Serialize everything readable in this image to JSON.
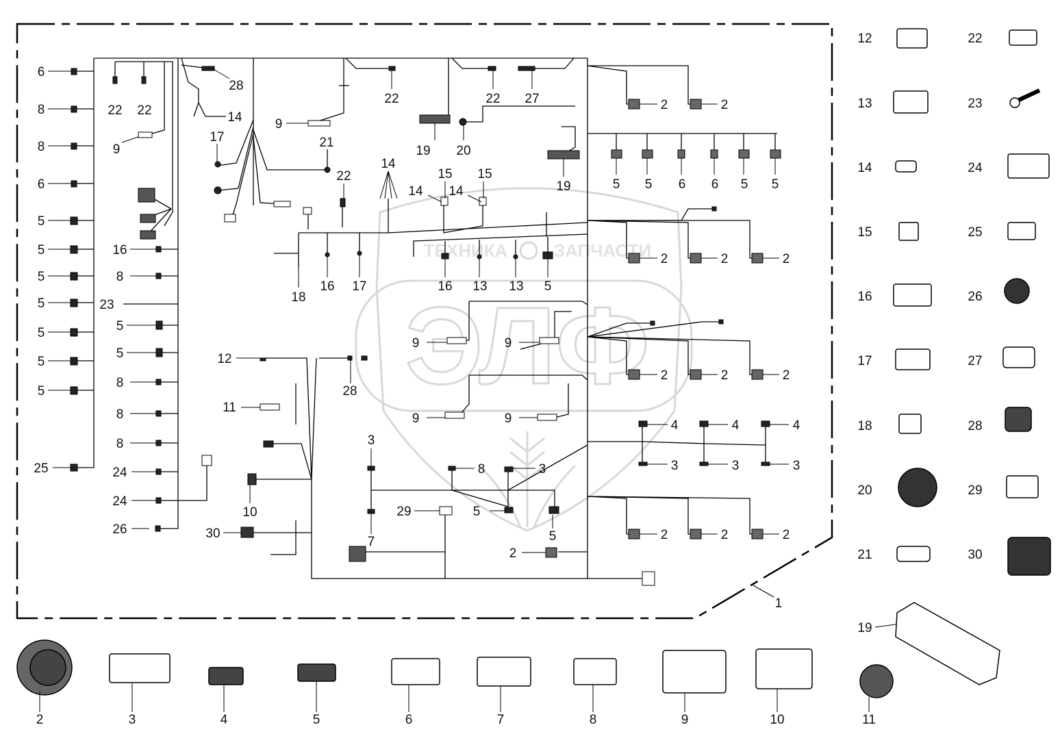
{
  "diagram": {
    "type": "wiring-harness-exploded-view",
    "watermark": {
      "brand_left": "ТЕХНИКА",
      "brand_right": "ЗАПЧАСТИ",
      "emblem_letters": "ЭЛФ"
    },
    "callouts": [
      {
        "id": "c6a",
        "label": "6"
      },
      {
        "id": "c8a",
        "label": "8"
      },
      {
        "id": "c8b",
        "label": "8"
      },
      {
        "id": "c6b",
        "label": "6"
      },
      {
        "id": "c5a",
        "label": "5"
      },
      {
        "id": "c5b",
        "label": "5"
      },
      {
        "id": "c5c",
        "label": "5"
      },
      {
        "id": "c5d",
        "label": "5"
      },
      {
        "id": "c5e",
        "label": "5"
      },
      {
        "id": "c5f",
        "label": "5"
      },
      {
        "id": "c5g",
        "label": "5"
      },
      {
        "id": "c25",
        "label": "25"
      },
      {
        "id": "c22a",
        "label": "22"
      },
      {
        "id": "c22b",
        "label": "22"
      },
      {
        "id": "c9a",
        "label": "9"
      },
      {
        "id": "c16a",
        "label": "16"
      },
      {
        "id": "c8c",
        "label": "8"
      },
      {
        "id": "c23",
        "label": "23"
      },
      {
        "id": "c5h",
        "label": "5"
      },
      {
        "id": "c5i",
        "label": "5"
      },
      {
        "id": "c8d",
        "label": "8"
      },
      {
        "id": "c8e",
        "label": "8"
      },
      {
        "id": "c8f",
        "label": "8"
      },
      {
        "id": "c24a",
        "label": "24"
      },
      {
        "id": "c24b",
        "label": "24"
      },
      {
        "id": "c26",
        "label": "26"
      },
      {
        "id": "c28a",
        "label": "28"
      },
      {
        "id": "c14a",
        "label": "14"
      },
      {
        "id": "c17a",
        "label": "17"
      },
      {
        "id": "c9b",
        "label": "9"
      },
      {
        "id": "c21",
        "label": "21"
      },
      {
        "id": "c22c",
        "label": "22"
      },
      {
        "id": "c18",
        "label": "18"
      },
      {
        "id": "c16b",
        "label": "16"
      },
      {
        "id": "c17b",
        "label": "17"
      },
      {
        "id": "c22d",
        "label": "22"
      },
      {
        "id": "c22e",
        "label": "22"
      },
      {
        "id": "c27",
        "label": "27"
      },
      {
        "id": "c19a",
        "label": "19"
      },
      {
        "id": "c20",
        "label": "20"
      },
      {
        "id": "c19b",
        "label": "19"
      },
      {
        "id": "c14b",
        "label": "14"
      },
      {
        "id": "c15a",
        "label": "15"
      },
      {
        "id": "c14c",
        "label": "14"
      },
      {
        "id": "c14d",
        "label": "14"
      },
      {
        "id": "c15b",
        "label": "15"
      },
      {
        "id": "c16c",
        "label": "16"
      },
      {
        "id": "c13a",
        "label": "13"
      },
      {
        "id": "c13b",
        "label": "13"
      },
      {
        "id": "c5j",
        "label": "5"
      },
      {
        "id": "c2a",
        "label": "2"
      },
      {
        "id": "c2b",
        "label": "2"
      },
      {
        "id": "c5k",
        "label": "5"
      },
      {
        "id": "c5l",
        "label": "5"
      },
      {
        "id": "c6c",
        "label": "6"
      },
      {
        "id": "c6d",
        "label": "6"
      },
      {
        "id": "c5m",
        "label": "5"
      },
      {
        "id": "c5n",
        "label": "5"
      },
      {
        "id": "c2c",
        "label": "2"
      },
      {
        "id": "c2d",
        "label": "2"
      },
      {
        "id": "c2e",
        "label": "2"
      },
      {
        "id": "c9c",
        "label": "9"
      },
      {
        "id": "c9d",
        "label": "9"
      },
      {
        "id": "c2f",
        "label": "2"
      },
      {
        "id": "c2g",
        "label": "2"
      },
      {
        "id": "c2h",
        "label": "2"
      },
      {
        "id": "c12",
        "label": "12"
      },
      {
        "id": "c28b",
        "label": "28"
      },
      {
        "id": "c11",
        "label": "11"
      },
      {
        "id": "c9e",
        "label": "9"
      },
      {
        "id": "c9f",
        "label": "9"
      },
      {
        "id": "c4a",
        "label": "4"
      },
      {
        "id": "c4b",
        "label": "4"
      },
      {
        "id": "c4c",
        "label": "4"
      },
      {
        "id": "c3a",
        "label": "3"
      },
      {
        "id": "c3b",
        "label": "3"
      },
      {
        "id": "c3c",
        "label": "3"
      },
      {
        "id": "c3d",
        "label": "3"
      },
      {
        "id": "c8g",
        "label": "8"
      },
      {
        "id": "c3e",
        "label": "3"
      },
      {
        "id": "c10",
        "label": "10"
      },
      {
        "id": "c29",
        "label": "29"
      },
      {
        "id": "c5o",
        "label": "5"
      },
      {
        "id": "c5p",
        "label": "5"
      },
      {
        "id": "c7",
        "label": "7"
      },
      {
        "id": "c30",
        "label": "30"
      },
      {
        "id": "c2i",
        "label": "2"
      },
      {
        "id": "c2j",
        "label": "2"
      },
      {
        "id": "c2k",
        "label": "2"
      },
      {
        "id": "c2l",
        "label": "2"
      },
      {
        "id": "c1",
        "label": "1"
      }
    ],
    "legend_right": [
      {
        "id": "r12",
        "label": "12"
      },
      {
        "id": "r22",
        "label": "22"
      },
      {
        "id": "r13",
        "label": "13"
      },
      {
        "id": "r23",
        "label": "23"
      },
      {
        "id": "r14",
        "label": "14"
      },
      {
        "id": "r24",
        "label": "24"
      },
      {
        "id": "r15",
        "label": "15"
      },
      {
        "id": "r25",
        "label": "25"
      },
      {
        "id": "r16",
        "label": "16"
      },
      {
        "id": "r26",
        "label": "26"
      },
      {
        "id": "r17",
        "label": "17"
      },
      {
        "id": "r27",
        "label": "27"
      },
      {
        "id": "r18",
        "label": "18"
      },
      {
        "id": "r28",
        "label": "28"
      },
      {
        "id": "r20",
        "label": "20"
      },
      {
        "id": "r29",
        "label": "29"
      },
      {
        "id": "r21",
        "label": "21"
      },
      {
        "id": "r30",
        "label": "30"
      },
      {
        "id": "r19",
        "label": "19"
      }
    ],
    "legend_bottom": [
      {
        "id": "b2",
        "label": "2"
      },
      {
        "id": "b3",
        "label": "3"
      },
      {
        "id": "b4",
        "label": "4"
      },
      {
        "id": "b5",
        "label": "5"
      },
      {
        "id": "b6",
        "label": "6"
      },
      {
        "id": "b7",
        "label": "7"
      },
      {
        "id": "b8",
        "label": "8"
      },
      {
        "id": "b9",
        "label": "9"
      },
      {
        "id": "b10",
        "label": "10"
      },
      {
        "id": "b11",
        "label": "11"
      }
    ]
  }
}
